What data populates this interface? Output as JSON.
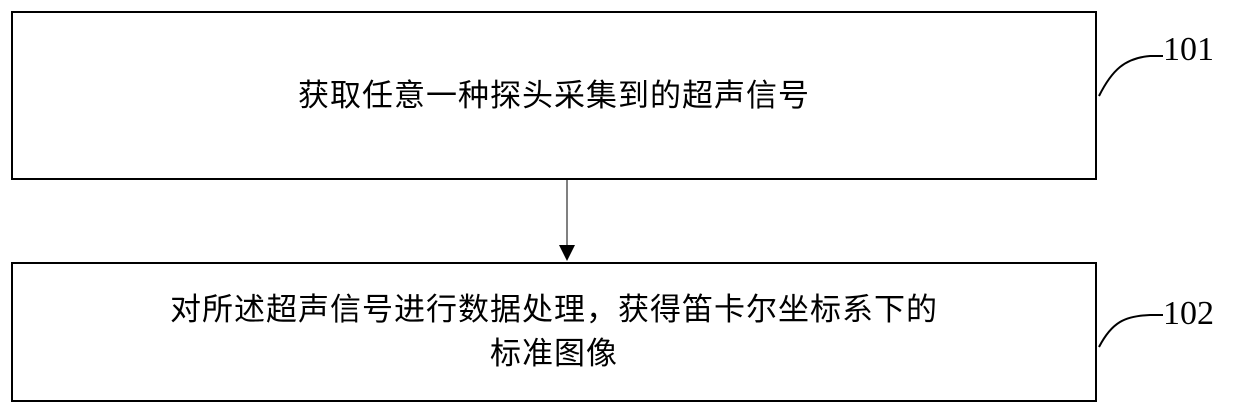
{
  "steps": [
    {
      "ref": "101",
      "text": "获取任意一种探头采集到的超声信号"
    },
    {
      "ref": "102",
      "text": "对所述超声信号进行数据处理，获得笛卡尔坐标系下的\n标准图像"
    }
  ],
  "colors": {
    "line": "#000000",
    "arrow": "#555555",
    "background": "#ffffff"
  }
}
